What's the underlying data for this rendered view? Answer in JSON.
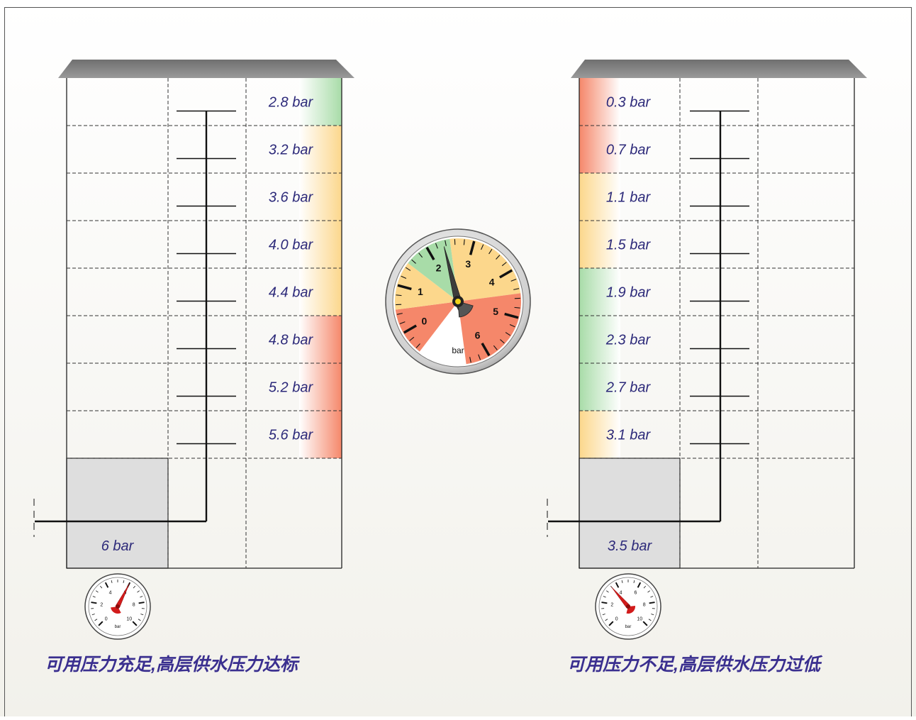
{
  "left_building": {
    "floors": [
      "2.8 bar",
      "3.2 bar",
      "3.6 bar",
      "4.0 bar",
      "4.4 bar",
      "4.8 bar",
      "5.2 bar",
      "5.6 bar"
    ],
    "floor_zones": [
      "green",
      "yellow",
      "yellow",
      "yellow",
      "yellow",
      "red",
      "red",
      "red"
    ],
    "supply_pressure": "6 bar",
    "gauge_value": 6,
    "caption": "可用压力充足,高层供水压力达标"
  },
  "right_building": {
    "floors": [
      "0.3 bar",
      "0.7 bar",
      "1.1 bar",
      "1.5 bar",
      "1.9 bar",
      "2.3 bar",
      "2.7 bar",
      "3.1 bar"
    ],
    "floor_zones": [
      "red",
      "red",
      "yellow",
      "yellow",
      "green",
      "green",
      "green",
      "yellow"
    ],
    "supply_pressure": "3.5 bar",
    "gauge_value": 3.5,
    "caption": "可用压力不足,高层供水压力过低"
  },
  "center_gauge": {
    "unit": "bar",
    "ticks": [
      "0",
      "1",
      "2",
      "3",
      "4",
      "5",
      "6"
    ],
    "value": 2.35,
    "zones": [
      {
        "from": -0.5,
        "to": 0.5,
        "zone": "red"
      },
      {
        "from": 0.5,
        "to": 1.5,
        "zone": "yellow"
      },
      {
        "from": 1.5,
        "to": 2.5,
        "zone": "green"
      },
      {
        "from": 2.5,
        "to": 4.5,
        "zone": "yellow"
      },
      {
        "from": 4.5,
        "to": 6.5,
        "zone": "red"
      }
    ]
  },
  "small_gauge": {
    "unit": "bar",
    "ticks": [
      "0",
      "2",
      "4",
      "6",
      "8",
      "10"
    ]
  },
  "colors": {
    "green": "#a8dca8",
    "yellow": "#fcd78c",
    "red": "#f5876a",
    "roof": "#888888",
    "pump_room": "#dedede",
    "label_text": "#2d2a7a",
    "needle_red": "#d21b1b"
  }
}
